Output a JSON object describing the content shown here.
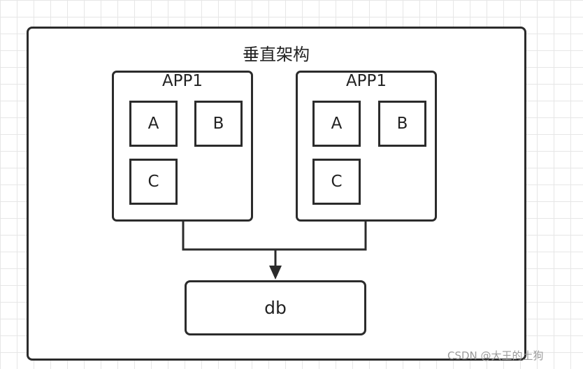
{
  "diagram": {
    "title": "垂直架构",
    "apps": [
      {
        "label": "APP1",
        "modules": [
          "A",
          "B",
          "C"
        ]
      },
      {
        "label": "APP1",
        "modules": [
          "A",
          "B",
          "C"
        ]
      }
    ],
    "database": {
      "label": "db"
    },
    "connection": {
      "from": [
        "apps.0",
        "apps.1"
      ],
      "to": "database",
      "style": "arrow"
    }
  },
  "watermark": "CSDN @大王的土狗",
  "colors": {
    "stroke": "#2b2b2b",
    "grid": "#e6e6e6",
    "text": "#222222",
    "watermark": "#9a9a9a"
  }
}
